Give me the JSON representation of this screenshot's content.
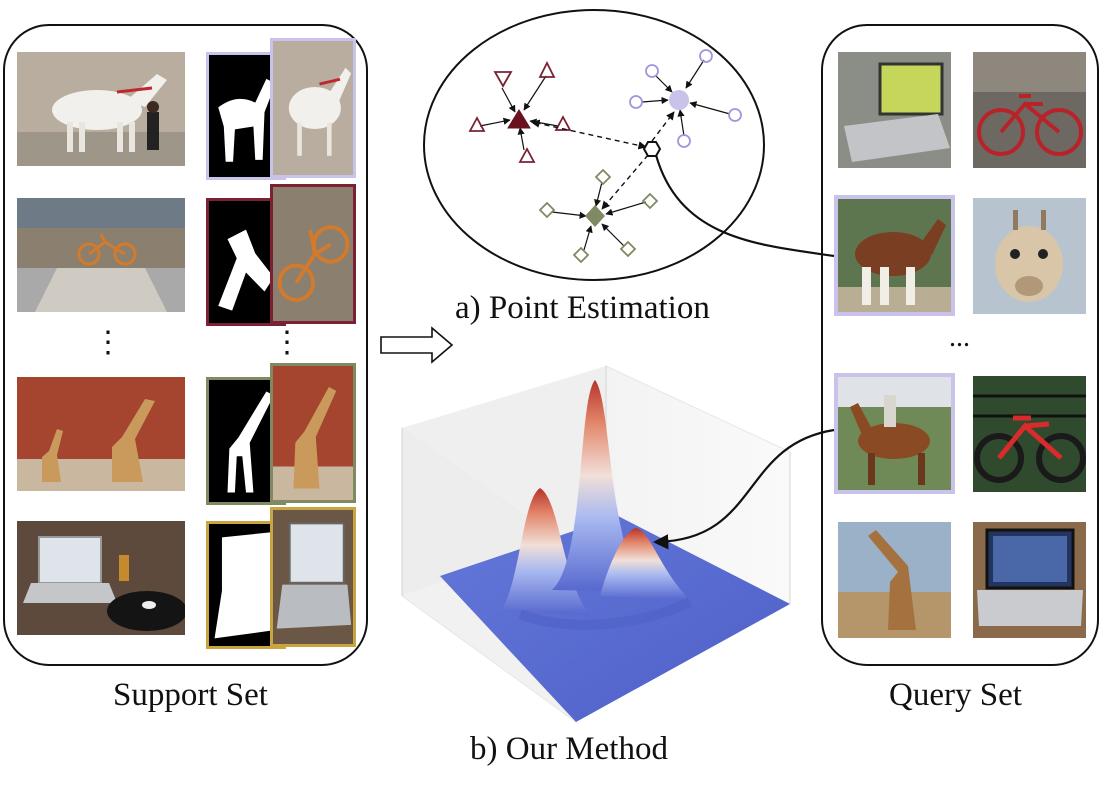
{
  "captions": {
    "support_set": "Support Set",
    "query_set": "Query Set",
    "point_estimation": "a) Point Estimation",
    "our_method": "b) Our Method"
  },
  "ellipsis": {
    "support_left": "⋮",
    "support_right": "⋮",
    "query": "..."
  },
  "colors": {
    "class_horse": "#c9c3ec",
    "class_bicycle": "#7a2234",
    "class_giraffe": "#7f8a63",
    "class_laptop": "#c9a441",
    "surface_low": "#5a6fd6",
    "surface_high": "#c0392b"
  },
  "support_rows": [
    {
      "class": "horse",
      "icon": "horse-icon"
    },
    {
      "class": "bicycle",
      "icon": "bicycle-icon"
    },
    {
      "class": "giraffe",
      "icon": "giraffe-icon"
    },
    {
      "class": "laptop",
      "icon": "laptop-icon"
    }
  ],
  "query_grid": [
    [
      "laptop",
      "bicycle"
    ],
    [
      "horse",
      "giraffe"
    ],
    [
      "horse",
      "bicycle"
    ],
    [
      "giraffe",
      "laptop"
    ]
  ],
  "highlighted_queries": [
    "horse",
    "horse"
  ]
}
